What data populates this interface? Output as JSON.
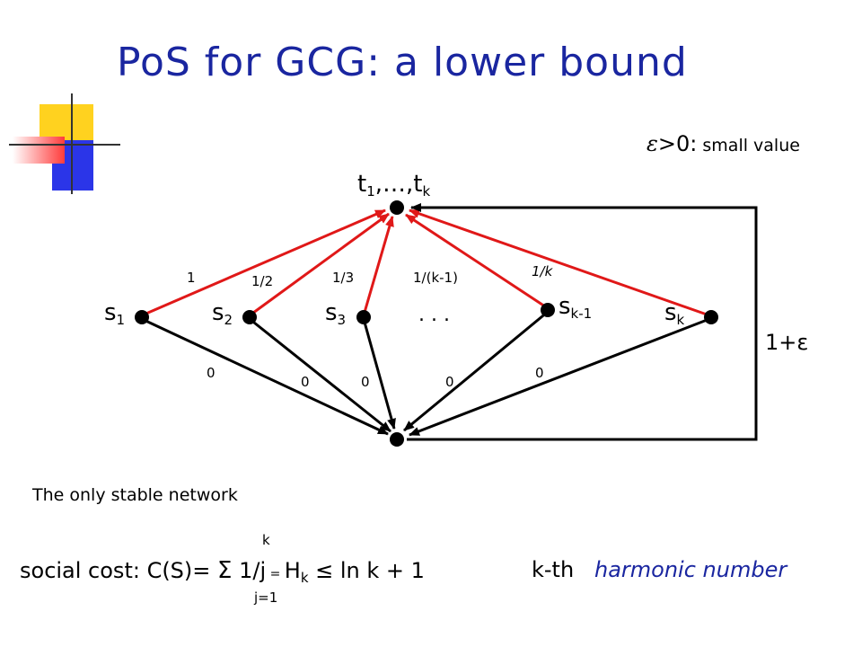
{
  "title": "PoS for GCG: a lower bound",
  "epsilon_note": {
    "symbol": "ε",
    "rest": ">0:",
    "small": " small value"
  },
  "top_node": {
    "label": "t",
    "sub1": "1",
    "mid": ",…,t",
    "sub2": "k"
  },
  "sources": [
    {
      "label": "s",
      "sub": "1"
    },
    {
      "label": "s",
      "sub": "2"
    },
    {
      "label": "s",
      "sub": "3"
    },
    {
      "label": "s",
      "sub": "k-1"
    },
    {
      "label": "s",
      "sub": "k"
    }
  ],
  "ellipsis": ". . .",
  "red_edge_costs": [
    "1",
    "1/2",
    "1/3",
    "1/(k-1)",
    "1/k"
  ],
  "black_edge_costs": [
    "0",
    "0",
    "0",
    "0",
    "0"
  ],
  "loop_cost": "1+ε",
  "caption": "The only stable network",
  "formula": {
    "prefix": "social cost: C(S)=",
    "sum_top": "k",
    "sum_symbol": "Σ",
    "sum_bottom": "j=1",
    "term": " 1/j",
    "eq": " = ",
    "hk": "H",
    "hk_sub": "k",
    "le": " ≤ ",
    "rest": "ln k + 1",
    "kth": "k-th",
    "harmonic": "harmonic number"
  },
  "colors": {
    "title": "#1a26a0",
    "red_edge": "#e01818",
    "black_edge": "#000000"
  }
}
